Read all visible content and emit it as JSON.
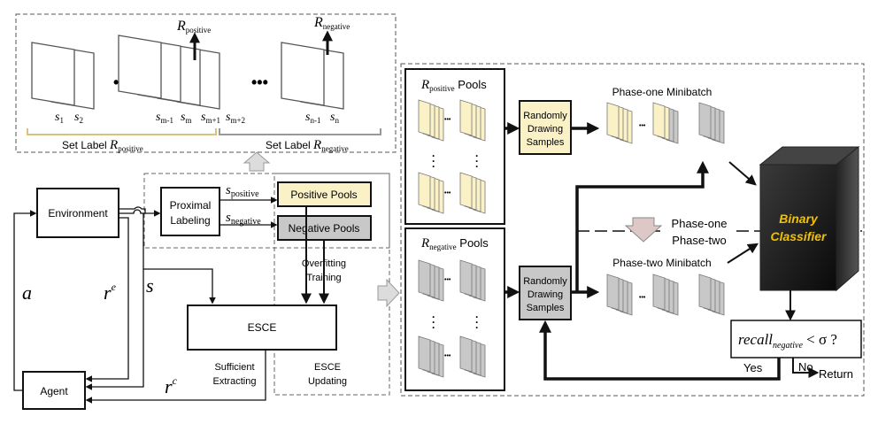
{
  "frame_strip": {
    "r_positive": "R",
    "r_positive_sub": "positive",
    "r_negative": "R",
    "r_negative_sub": "negative",
    "ellipsis": "•••",
    "states": [
      {
        "b": "s",
        "sub": "1"
      },
      {
        "b": "s",
        "sub": "2"
      },
      {
        "b": "s",
        "sub": "m-1"
      },
      {
        "b": "s",
        "sub": "m"
      },
      {
        "b": "s",
        "sub": "m+1"
      },
      {
        "b": "s",
        "sub": "m+2"
      },
      {
        "b": "s",
        "sub": "n-1"
      },
      {
        "b": "s",
        "sub": "n"
      }
    ],
    "set_label_positive": "Set Label ",
    "set_label_negative": "Set Label "
  },
  "left": {
    "environment": "Environment",
    "proximal_1": "Proximal",
    "proximal_2": "Labeling",
    "positive_pools": "Positive Pools",
    "negative_pools": "Negative Pools",
    "s_positive": "s",
    "s_positive_sub": "positive",
    "s_negative": "s",
    "s_negative_sub": "negative",
    "overfitting_1": "Overfitting",
    "overfitting_2": "Training",
    "a": "a",
    "re": "r",
    "re_sup": "e",
    "s": "s",
    "rc": "r",
    "rc_sup": "c",
    "esce": "ESCE",
    "agent": "Agent",
    "sufficient_1": "Sufficient",
    "sufficient_2": "Extracting",
    "esce_updating_1": "ESCE",
    "esce_updating_2": "Updating"
  },
  "right": {
    "rpos_pools": "R",
    "rpos_sub": "positive",
    "rpos_pools_word": " Pools",
    "rneg_pools": "R",
    "rneg_sub": "negative",
    "rneg_pools_word": " Pools",
    "rand_1": "Randomly",
    "rand_2": "Drawing",
    "rand_3": "Samples",
    "phase_one_minibatch": "Phase-one Minibatch",
    "phase_two_minibatch": "Phase-two Minibatch",
    "phase_one": "Phase-one",
    "phase_two": "Phase-two",
    "classifier_1": "Binary",
    "classifier_2": "Classifier",
    "recall": "recall",
    "recall_sub": "negative",
    "recall_tail": " < σ ?",
    "yes": "Yes",
    "no": "No",
    "return": "Return"
  },
  "colors": {
    "positive_fill": "#fbf1c6",
    "negative_fill": "#c8c8c8",
    "classifier_text": "#f2c200"
  }
}
